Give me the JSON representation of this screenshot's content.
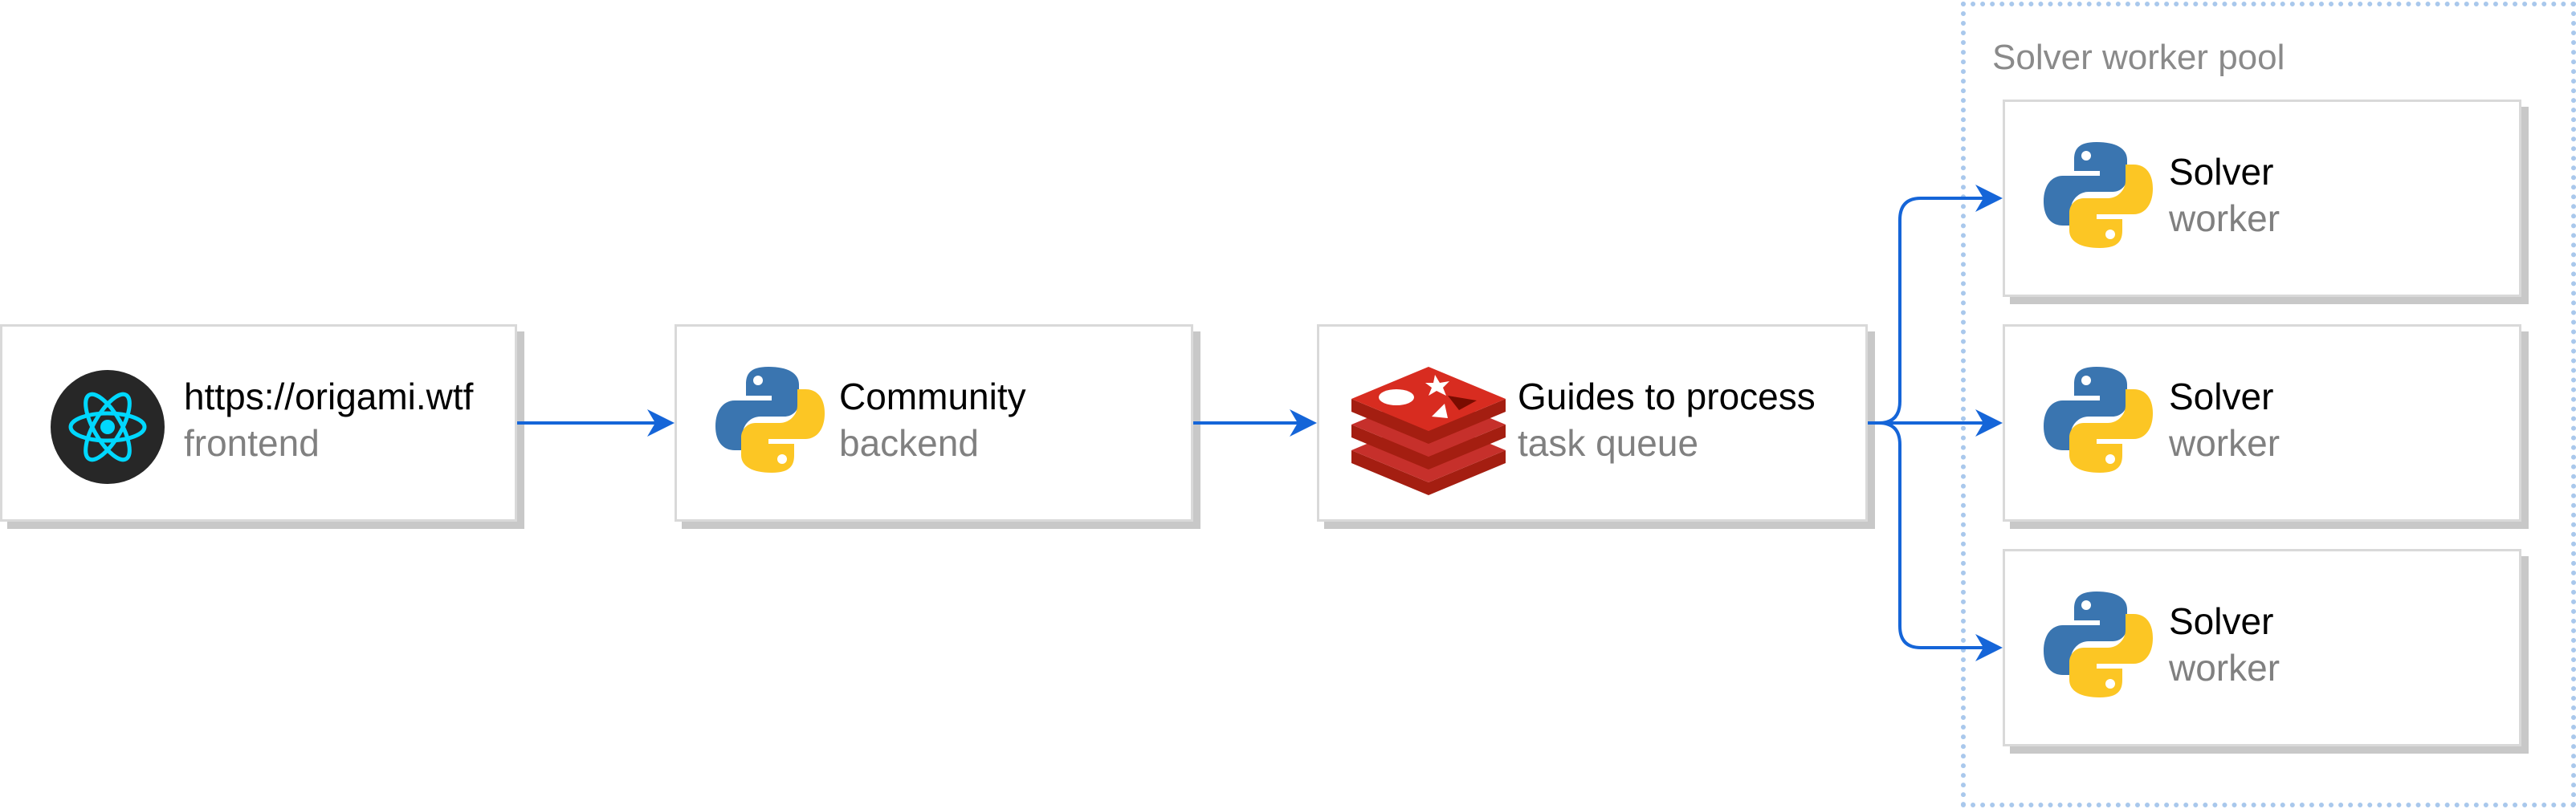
{
  "nodes": {
    "frontend": {
      "title": "https://origami.wtf",
      "subtitle": "frontend",
      "icon": "react-icon"
    },
    "backend": {
      "title": "Community",
      "subtitle": "backend",
      "icon": "python-icon"
    },
    "queue": {
      "title": "Guides to process",
      "subtitle": "task queue",
      "icon": "redis-icon"
    },
    "workers": [
      {
        "title": "Solver",
        "subtitle": "worker",
        "icon": "python-icon"
      },
      {
        "title": "Solver",
        "subtitle": "worker",
        "icon": "python-icon"
      },
      {
        "title": "Solver",
        "subtitle": "worker",
        "icon": "python-icon"
      }
    ]
  },
  "group": {
    "label": "Solver worker pool"
  },
  "colors": {
    "edge": "#1565d8",
    "group_border": "#a9c8ec",
    "node_border": "#d9d9d9",
    "shadow": "#c8c8c8",
    "react_bg": "#272727",
    "react_atom": "#00d8ff",
    "python_blue": "#3a75b0",
    "python_yellow": "#fcc624",
    "redis_red": "#c6302b"
  }
}
